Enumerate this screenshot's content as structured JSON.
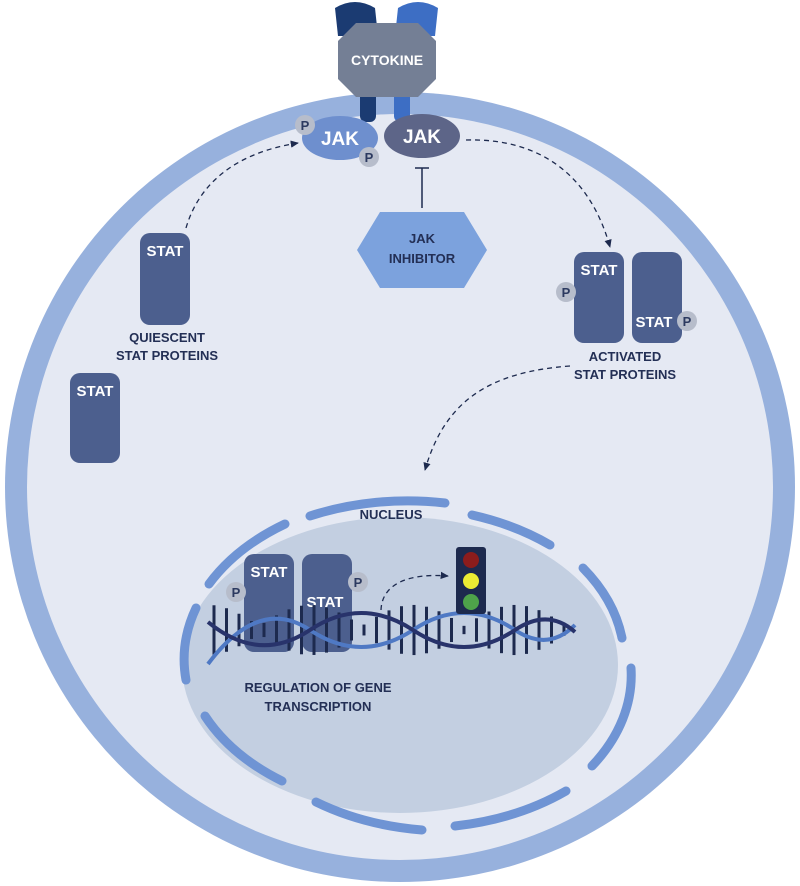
{
  "labels": {
    "cytokine": "CYTOKINE",
    "jak_left": "JAK",
    "jak_right": "JAK",
    "jak_inhibitor_line1": "JAK",
    "jak_inhibitor_line2": "INHIBITOR",
    "stat": "STAT",
    "phospho": "P",
    "quiescent_line1": "QUIESCENT",
    "quiescent_line2": "STAT PROTEINS",
    "activated_line1": "ACTIVATED",
    "activated_line2": "STAT PROTEINS",
    "nucleus": "NUCLEUS",
    "regulation_line1": "REGULATION OF GENE",
    "regulation_line2": "TRANSCRIPTION"
  },
  "colors": {
    "cell_membrane": "#97b1dd",
    "cytoplasm": "#e5e9f3",
    "nucleus_fill": "#c3cfe1",
    "nuclear_envelope": "#6f94d4",
    "stat_protein": "#4c5f8e",
    "jak_left": "#6e8fce",
    "jak_right": "#5d6588",
    "inhibitor": "#7ca2dd",
    "cytokine": "#747f95",
    "receptor_dark": "#1b3b72",
    "receptor_light": "#3d6ec4",
    "phospho_circle": "#b7bdcb",
    "phospho_text": "#2c3a60",
    "label_text": "#232f55",
    "arrow": "#1d2a4e",
    "dna_strand": "#28336b",
    "dna_strand_light": "#4f79c4",
    "traffic_red": "#8c1c1c",
    "traffic_yellow": "#ecec33",
    "traffic_green": "#4ea34a"
  }
}
